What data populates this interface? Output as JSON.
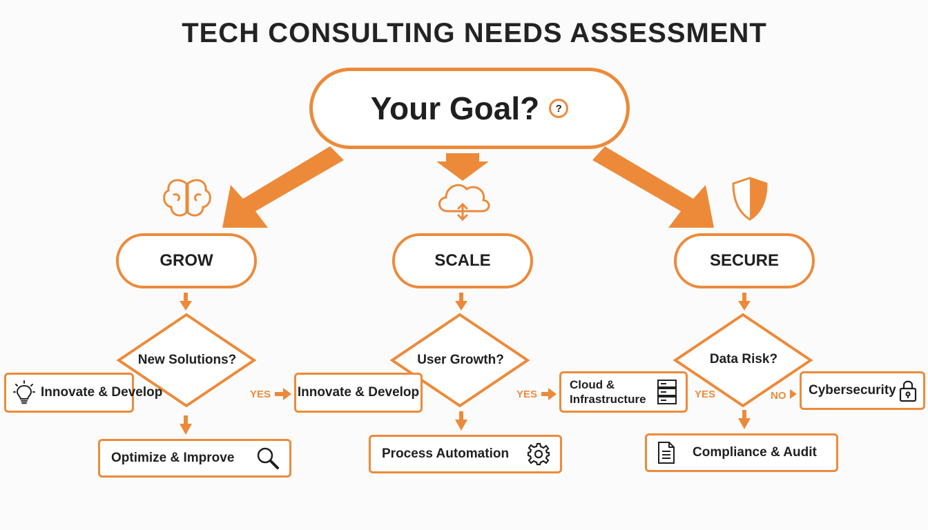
{
  "title": "TECH CONSULTING NEEDS ASSESSMENT",
  "goal": {
    "label": "Your Goal?",
    "badge": "?"
  },
  "colors": {
    "accent": "#ec8a3a",
    "text": "#1f1f1f",
    "background": "#fbfbfb"
  },
  "branches": [
    {
      "label": "GROW",
      "icon": "brain-icon",
      "question": "New Solutions?",
      "side_box": "Innovate & Develop",
      "side_icon": "lightbulb-icon",
      "yes_label": "YES",
      "yes_box": "Innovate & Develop",
      "bottom_box": "Optimize & Improve",
      "bottom_icon": "magnifier-icon"
    },
    {
      "label": "SCALE",
      "icon": "cloud-icon",
      "question": "User Growth?",
      "yes_label": "YES",
      "yes_box_line1": "Cloud &",
      "yes_box_line2": "Infrastructure",
      "yes_icon": "server-icon",
      "bottom_box": "Process Automation",
      "bottom_icon": "gear-icon"
    },
    {
      "label": "SECURE",
      "icon": "shield-icon",
      "question": "Data Risk?",
      "yes_label": "YES",
      "no_label": "NO",
      "no_box": "Cybersecurity",
      "no_icon": "lock-icon",
      "bottom_box": "Compliance & Audit",
      "bottom_icon": "document-icon"
    }
  ]
}
